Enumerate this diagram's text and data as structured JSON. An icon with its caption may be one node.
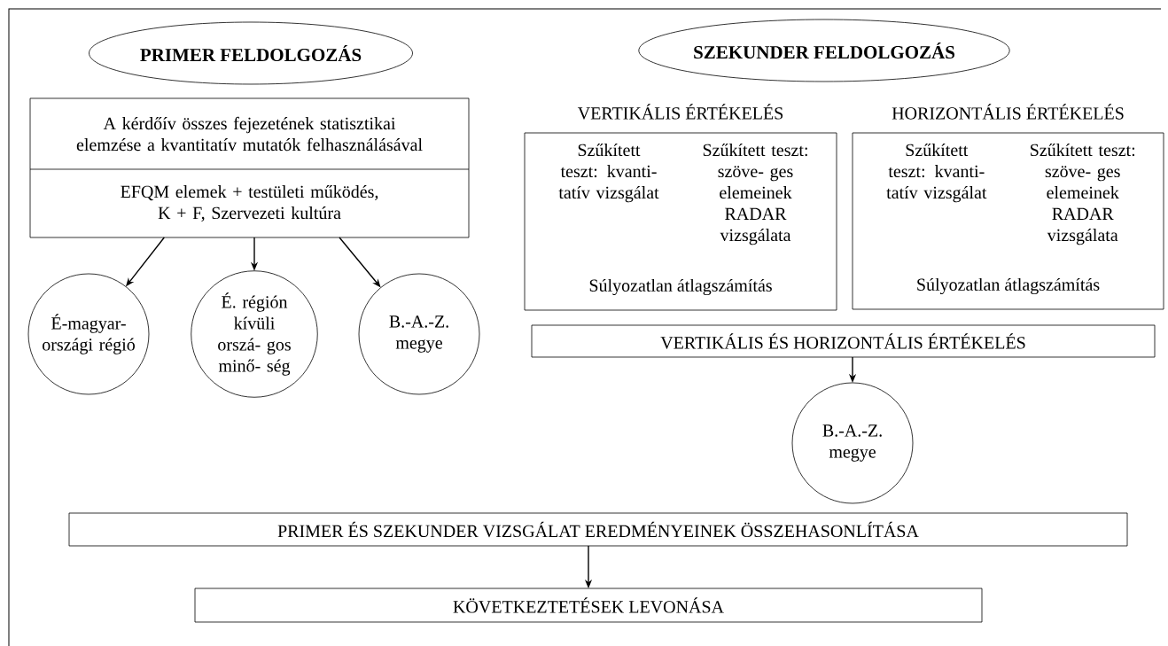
{
  "diagram": {
    "nodes": [
      {
        "text": [
          "PRIMER FELDOLGOZÁS"
        ]
      },
      {
        "text": [
          "A kérdőív összes fejezetének statisztikai elemzése a kvantitatív mutatók felhasználásával",
          "EFQM elemek + testületi működés, K + F, Szervezeti kultúra"
        ]
      },
      {
        "text": [
          "É-magyar- országi régió"
        ]
      },
      {
        "text": [
          "É. régión kívüli orszá- gos minő- ség"
        ]
      },
      {
        "text": [
          "B.-A.-Z. megye"
        ]
      },
      {
        "text": [
          "SZEKUNDER FELDOLGOZÁS"
        ]
      },
      {
        "text": [
          "VERTIKÁLIS ÉRTÉKELÉS",
          "Szűkített teszt: kvanti- tatív vizsgálat",
          "Szűkített teszt: szöve- ges elemeinek RADAR vizsgálata",
          "Súlyozatlan átlagszámítás"
        ]
      },
      {
        "text": [
          "HORIZONTÁLIS ÉRTÉKELÉS",
          "Szűkített teszt: kvanti- tatív vizsgálat",
          "Szűkített teszt: szöve- ges elemeinek RADAR vizsgálata",
          "Súlyozatlan átlagszámítás"
        ]
      },
      {
        "text": [
          "VERTIKÁLIS ÉS HORIZONTÁLIS ÉRTÉKELÉS"
        ]
      },
      {
        "text": [
          "B.-A.-Z. megye"
        ]
      },
      {
        "text": [
          "PRIMER ÉS SZEKUNDER VIZSGÁLAT EREDMÉNYEINEK ÖSSZEHASONLÍTÁSA"
        ]
      },
      {
        "text": [
          "KÖVETKEZTETÉSEK LEVONÁSA"
        ]
      }
    ],
    "edges": [
      {
        "from": 1,
        "to": 2,
        "arrow": "to"
      },
      {
        "from": 1,
        "to": 3,
        "arrow": "to"
      },
      {
        "from": 1,
        "to": 4,
        "arrow": "to"
      },
      {
        "from": 8,
        "to": 9,
        "arrow": "to"
      },
      {
        "from": 10,
        "to": 11,
        "arrow": "to"
      }
    ]
  }
}
